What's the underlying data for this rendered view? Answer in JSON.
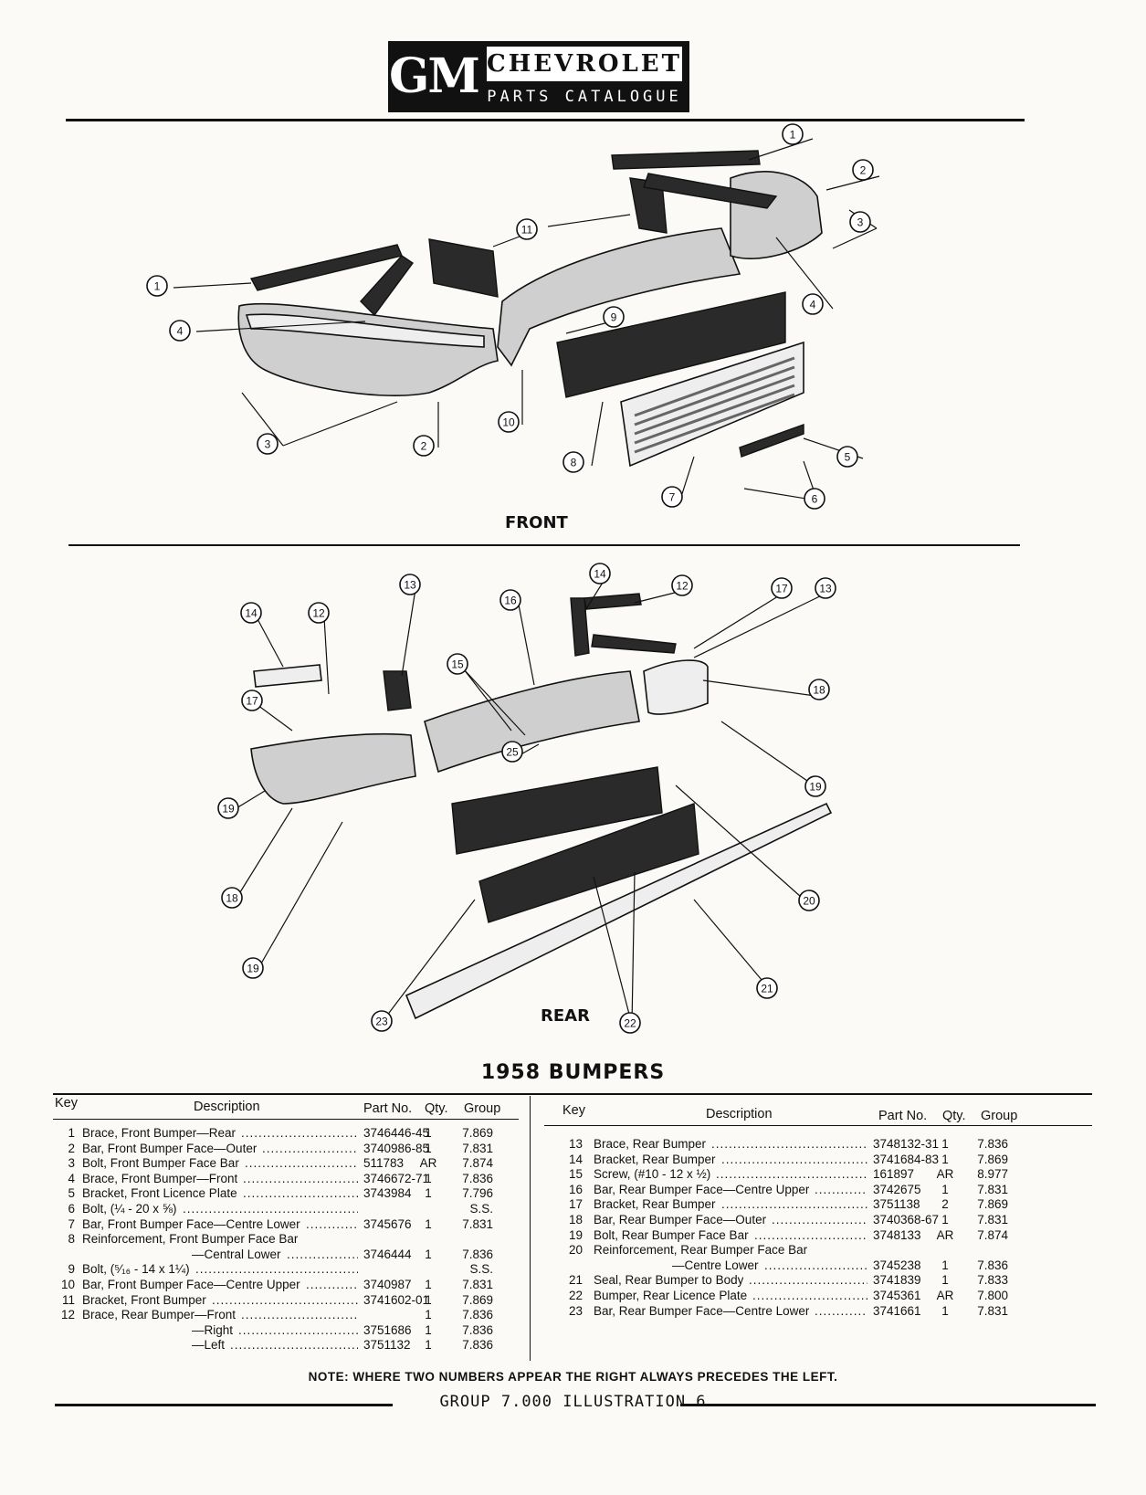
{
  "header": {
    "logo": "GM",
    "brand": "CHEVROLET",
    "subtitle": "PARTS CATALOGUE"
  },
  "illustration": {
    "front_label": "FRONT",
    "rear_label": "REAR",
    "front_callouts": [
      "1",
      "2",
      "3",
      "11",
      "4",
      "1",
      "4",
      "9",
      "3",
      "2",
      "10",
      "8",
      "5",
      "7",
      "6"
    ],
    "rear_callouts": [
      "14",
      "12",
      "13",
      "16",
      "14",
      "12",
      "17",
      "13",
      "15",
      "18",
      "17",
      "25",
      "19",
      "19",
      "18",
      "20",
      "19",
      "21",
      "23",
      "22"
    ]
  },
  "table": {
    "title": "1958 BUMPERS",
    "headers": {
      "key": "Key",
      "description": "Description",
      "part_no": "Part No.",
      "qty": "Qty.",
      "group": "Group"
    },
    "left_rows": [
      {
        "key": "1",
        "desc": "Brace, Front Bumper—Rear",
        "part": "3746446-45",
        "qty": "1",
        "group": "7.869"
      },
      {
        "key": "2",
        "desc": "Bar, Front Bumper Face—Outer",
        "part": "3740986-85",
        "qty": "1",
        "group": "7.831"
      },
      {
        "key": "3",
        "desc": "Bolt, Front Bumper Face Bar",
        "part": "511783",
        "qty": "AR",
        "group": "7.874"
      },
      {
        "key": "4",
        "desc": "Brace, Front Bumper—Front",
        "part": "3746672-71",
        "qty": "1",
        "group": "7.836"
      },
      {
        "key": "5",
        "desc": "Bracket, Front Licence Plate",
        "part": "3743984",
        "qty": "1",
        "group": "7.796"
      },
      {
        "key": "6",
        "desc": "Bolt, (¼ - 20 x ⅝)",
        "part": "",
        "qty": "",
        "group": "S.S."
      },
      {
        "key": "7",
        "desc": "Bar, Front Bumper Face—Centre Lower",
        "part": "3745676",
        "qty": "1",
        "group": "7.831"
      },
      {
        "key": "8",
        "desc": "Reinforcement, Front Bumper Face Bar",
        "part": "",
        "qty": "",
        "group": ""
      },
      {
        "key": "",
        "desc": "—Central Lower",
        "part": "3746444",
        "qty": "1",
        "group": "7.836",
        "indent": true
      },
      {
        "key": "9",
        "desc": "Bolt, (⁵⁄₁₆ - 14 x 1¼)",
        "part": "",
        "qty": "",
        "group": "S.S."
      },
      {
        "key": "10",
        "desc": "Bar, Front Bumper Face—Centre Upper",
        "part": "3740987",
        "qty": "1",
        "group": "7.831"
      },
      {
        "key": "11",
        "desc": "Bracket, Front Bumper",
        "part": "3741602-01",
        "qty": "1",
        "group": "7.869"
      },
      {
        "key": "12",
        "desc": "Brace, Rear Bumper—Front",
        "part": "",
        "qty": "1",
        "group": "7.836"
      },
      {
        "key": "",
        "desc": "—Right",
        "part": "3751686",
        "qty": "1",
        "group": "7.836",
        "indent": true
      },
      {
        "key": "",
        "desc": "—Left",
        "part": "3751132",
        "qty": "1",
        "group": "7.836",
        "indent": true
      }
    ],
    "right_rows": [
      {
        "key": "13",
        "desc": "Brace, Rear Bumper",
        "part": "3748132-31",
        "qty": "1",
        "group": "7.836"
      },
      {
        "key": "14",
        "desc": "Bracket, Rear Bumper",
        "part": "3741684-83",
        "qty": "1",
        "group": "7.869"
      },
      {
        "key": "15",
        "desc": "Screw, (#10 - 12 x ½)",
        "part": "161897",
        "qty": "AR",
        "group": "8.977"
      },
      {
        "key": "16",
        "desc": "Bar, Rear Bumper Face—Centre Upper",
        "part": "3742675",
        "qty": "1",
        "group": "7.831"
      },
      {
        "key": "17",
        "desc": "Bracket, Rear Bumper",
        "part": "3751138",
        "qty": "2",
        "group": "7.869"
      },
      {
        "key": "18",
        "desc": "Bar, Rear Bumper Face—Outer",
        "part": "3740368-67",
        "qty": "1",
        "group": "7.831"
      },
      {
        "key": "19",
        "desc": "Bolt, Rear Bumper Face Bar",
        "part": "3748133",
        "qty": "AR",
        "group": "7.874"
      },
      {
        "key": "20",
        "desc": "Reinforcement, Rear Bumper Face Bar",
        "part": "",
        "qty": "",
        "group": ""
      },
      {
        "key": "",
        "desc": "—Centre Lower",
        "part": "3745238",
        "qty": "1",
        "group": "7.836",
        "indent": true
      },
      {
        "key": "21",
        "desc": "Seal, Rear Bumper to Body",
        "part": "3741839",
        "qty": "1",
        "group": "7.833"
      },
      {
        "key": "22",
        "desc": "Bumper, Rear Licence Plate",
        "part": "3745361",
        "qty": "AR",
        "group": "7.800"
      },
      {
        "key": "23",
        "desc": "Bar, Rear Bumper Face—Centre Lower",
        "part": "3741661",
        "qty": "1",
        "group": "7.831"
      }
    ]
  },
  "note": "NOTE: WHERE TWO NUMBERS APPEAR THE RIGHT ALWAYS PRECEDES THE LEFT.",
  "footer": "GROUP 7.000 ILLUSTRATION 6"
}
